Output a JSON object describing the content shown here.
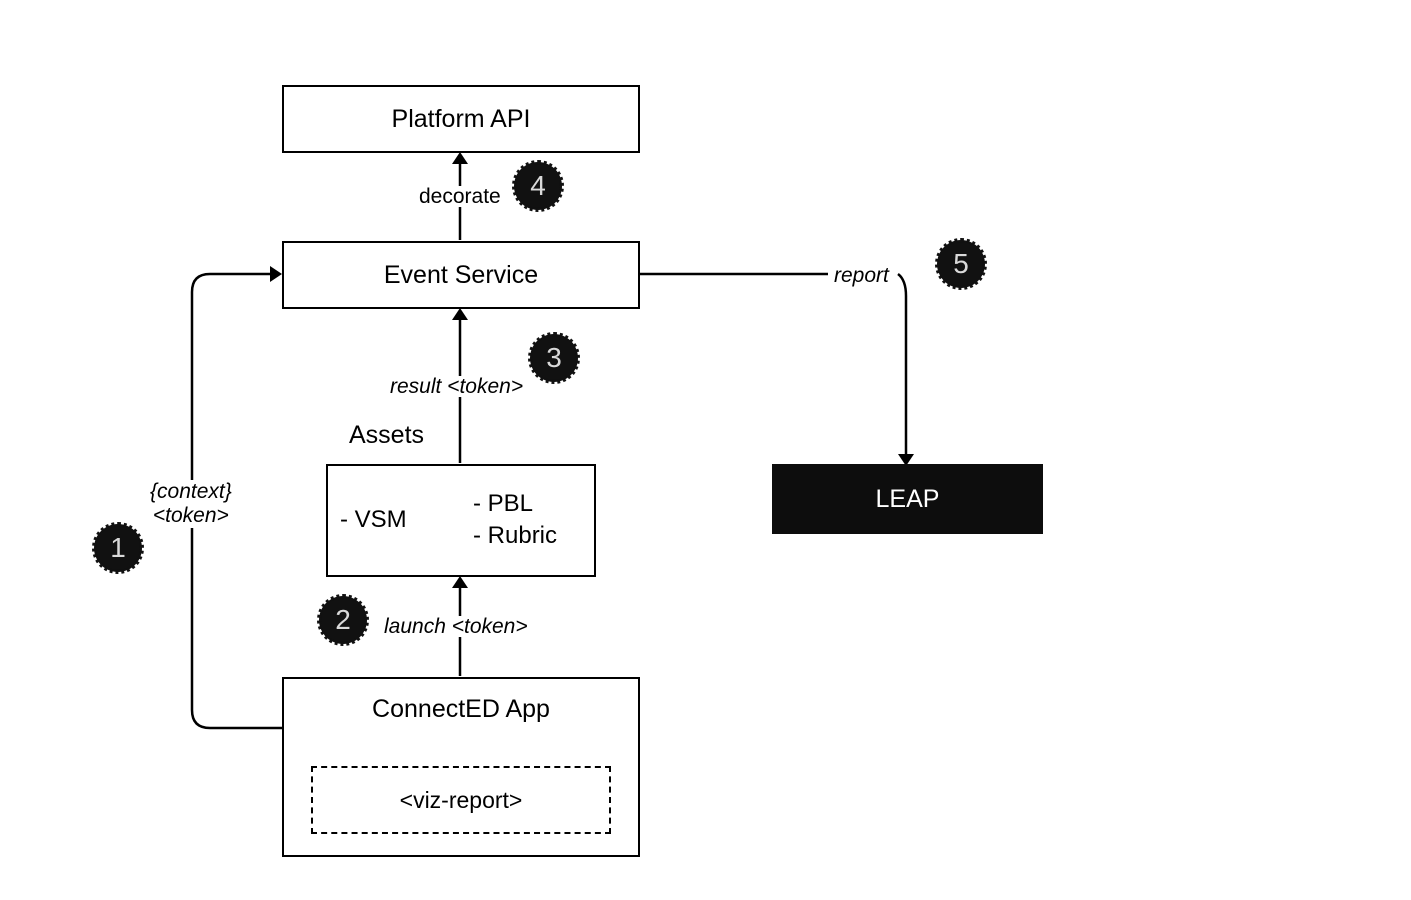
{
  "nodes": {
    "platform_api": "Platform API",
    "event_service": "Event Service",
    "assets_heading": "Assets",
    "assets_left": [
      "- VSM"
    ],
    "assets_right": [
      "- PBL",
      "- Rubric"
    ],
    "connected_app": "ConnectED App",
    "viz_report": "<viz-report>",
    "leap": "LEAP"
  },
  "edges": {
    "decorate": "decorate",
    "report": "report",
    "result": "result <token>",
    "launch": "launch <token>",
    "context_line1": "{context}",
    "context_line2": "<token>"
  },
  "badges": {
    "b1": "1",
    "b2": "2",
    "b3": "3",
    "b4": "4",
    "b5": "5"
  },
  "colors": {
    "line": "#000000",
    "leap_fill": "#0d0d0d",
    "badge_fill": "#111111"
  }
}
